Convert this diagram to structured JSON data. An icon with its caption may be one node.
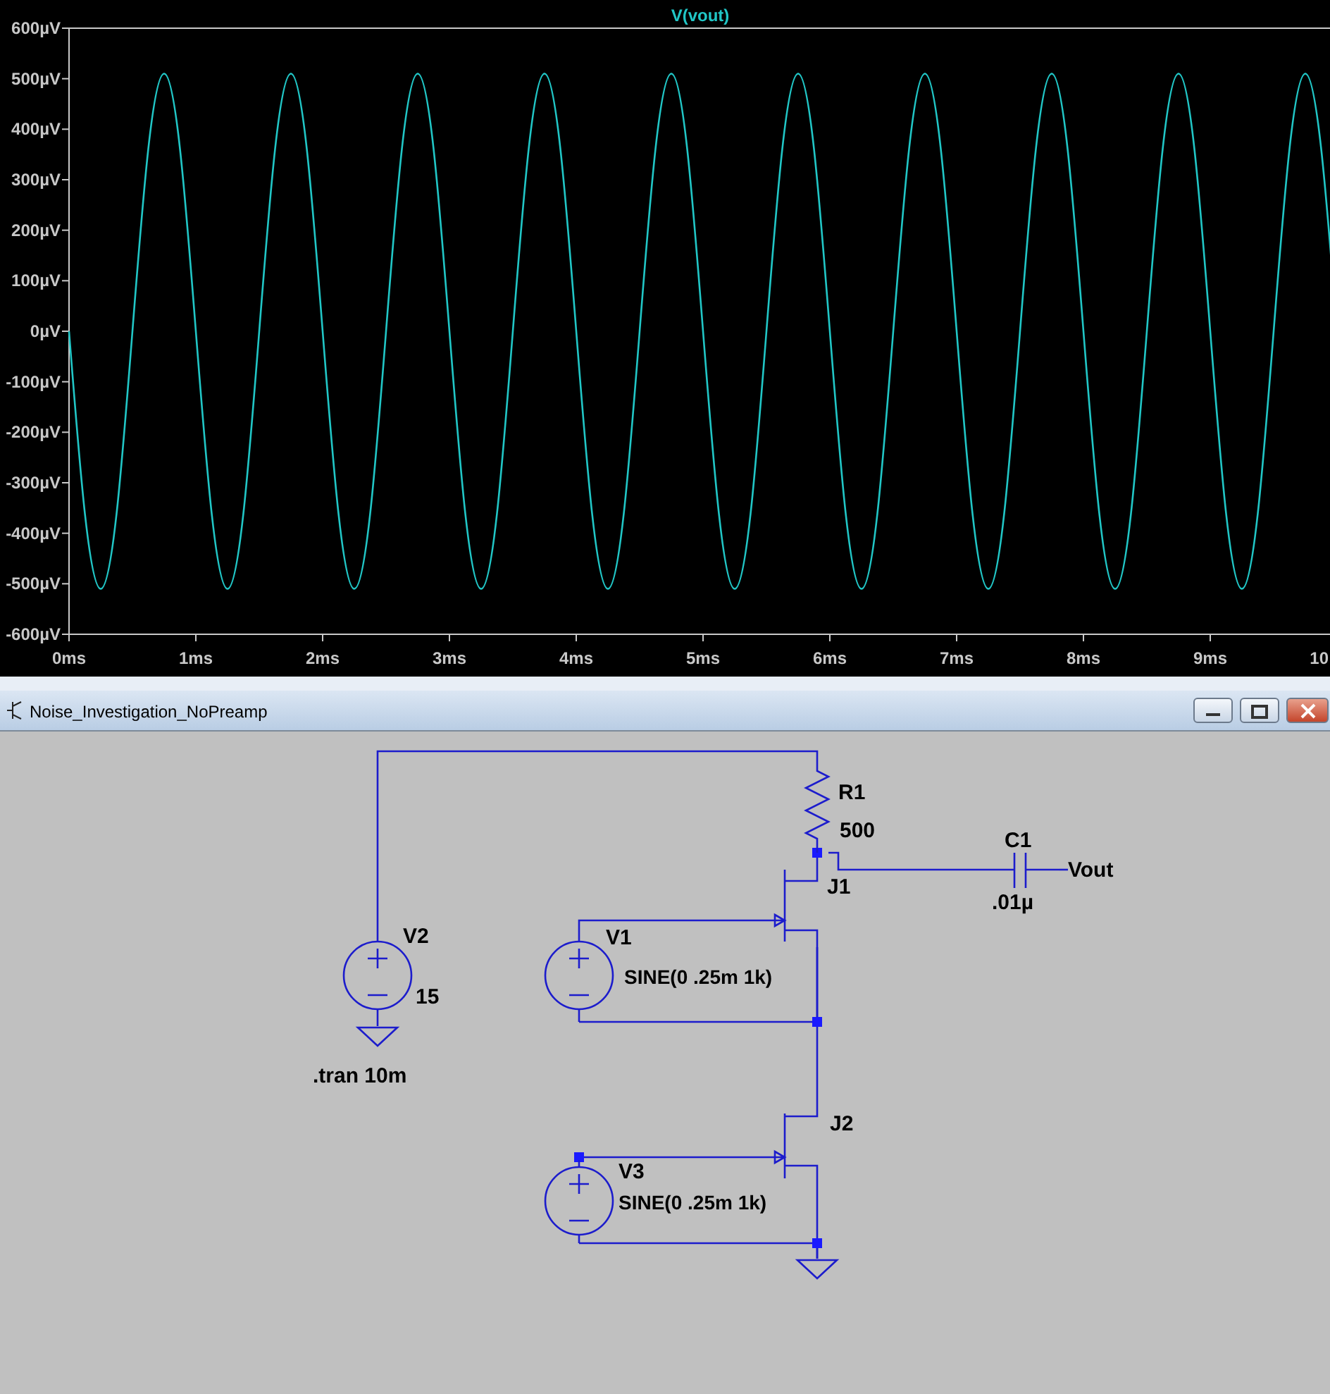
{
  "diagram": {
    "nodes": [
      {
        "text": [
          "V2",
          "15"
        ]
      },
      {
        "text": [
          "R1",
          "500"
        ]
      },
      {
        "text": [
          "C1",
          ".01µ"
        ]
      },
      {
        "text": [
          "J1"
        ]
      },
      {
        "text": [
          "J2"
        ]
      },
      {
        "text": [
          "V1",
          "SINE(0 .25m 1k)"
        ]
      },
      {
        "text": [
          "V3",
          "SINE(0 .25m 1k)"
        ]
      },
      {
        "text": [],
        "shape": "triangle"
      },
      {
        "text": [],
        "shape": "triangle"
      },
      {
        "text": [
          "Vout"
        ]
      }
    ],
    "edges": [
      {
        "from": 0,
        "to": 1,
        "arrow": "none"
      },
      {
        "from": 0,
        "to": 7,
        "arrow": "none"
      },
      {
        "from": 1,
        "to": 3,
        "arrow": "none"
      },
      {
        "from": 1,
        "to": 2,
        "arrow": "none"
      },
      {
        "from": 2,
        "to": 9,
        "arrow": "none"
      },
      {
        "from": 5,
        "to": 3,
        "arrow": "none"
      },
      {
        "from": 5,
        "to": 3,
        "arrow": "none"
      },
      {
        "from": 3,
        "to": 4,
        "arrow": "none"
      },
      {
        "from": 6,
        "to": 4,
        "arrow": "none"
      },
      {
        "from": 6,
        "to": 8,
        "arrow": "none"
      },
      {
        "from": 4,
        "to": 8,
        "arrow": "none"
      }
    ],
    "labels": [
      "Noise_Investigation_NoPreamp",
      ".tran 10m"
    ],
    "chart_data": {
      "type": "line",
      "title": "V(vout)",
      "x": [
        0,
        0.125,
        0.25,
        0.375,
        0.5,
        0.625,
        0.75,
        0.875,
        1,
        1.125,
        1.25,
        1.375,
        1.5,
        1.625,
        1.75,
        1.875,
        2,
        2.125,
        2.25,
        2.375,
        2.5,
        2.625,
        2.75,
        2.875,
        3,
        3.125,
        3.25,
        3.375,
        3.5,
        3.625,
        3.75,
        3.875,
        4,
        4.125,
        4.25,
        4.375,
        4.5,
        4.625,
        4.75,
        4.875,
        5,
        5.125,
        5.25,
        5.375,
        5.5,
        5.625,
        5.75,
        5.875,
        6,
        6.125,
        6.25,
        6.375,
        6.5,
        6.625,
        6.75,
        6.875,
        7,
        7.125,
        7.25,
        7.375,
        7.5,
        7.625,
        7.75,
        7.875,
        8,
        8.125,
        8.25,
        8.375,
        8.5,
        8.625,
        8.75,
        8.875,
        9,
        9.125,
        9.25,
        9.375,
        9.5,
        9.625,
        9.75,
        9.875,
        10
      ],
      "series": [
        {
          "color": "#21c6c6",
          "values": [
            0,
            -361,
            -510,
            -361,
            0,
            361,
            510,
            361,
            0,
            -361,
            -510,
            -361,
            0,
            361,
            510,
            361,
            0,
            -361,
            -510,
            -361,
            0,
            361,
            510,
            361,
            0,
            -361,
            -510,
            -361,
            0,
            361,
            510,
            361,
            0,
            -361,
            -510,
            -361,
            0,
            361,
            510,
            361,
            0,
            -361,
            -510,
            -361,
            0,
            361,
            510,
            361,
            0,
            -361,
            -510,
            -361,
            0,
            361,
            510,
            361,
            0,
            -361,
            -510,
            -361,
            0,
            361,
            510,
            361,
            0,
            -361,
            -510,
            -361,
            0,
            361,
            510,
            361,
            0,
            -361,
            -510,
            -361,
            0,
            361,
            510,
            361,
            0
          ]
        }
      ],
      "xlim": [
        0,
        10
      ],
      "ylim": [
        -600,
        600
      ],
      "xticks": [
        {
          "value": 0,
          "label": "0ms"
        },
        {
          "value": 1,
          "label": "1ms"
        },
        {
          "value": 2,
          "label": "2ms"
        },
        {
          "value": 3,
          "label": "3ms"
        },
        {
          "value": 4,
          "label": "4ms"
        },
        {
          "value": 5,
          "label": "5ms"
        },
        {
          "value": 6,
          "label": "6ms"
        },
        {
          "value": 7,
          "label": "7ms"
        },
        {
          "value": 8,
          "label": "8ms"
        },
        {
          "value": 9,
          "label": "9ms"
        },
        {
          "value": 10,
          "label": "10"
        }
      ],
      "yticks": [
        {
          "value": 600,
          "label": "600µV"
        },
        {
          "value": 500,
          "label": "500µV"
        },
        {
          "value": 400,
          "label": "400µV"
        },
        {
          "value": 300,
          "label": "300µV"
        },
        {
          "value": 200,
          "label": "200µV"
        },
        {
          "value": 100,
          "label": "100µV"
        },
        {
          "value": 0,
          "label": "0µV"
        },
        {
          "value": -100,
          "label": "-100µV"
        },
        {
          "value": -200,
          "label": "-200µV"
        },
        {
          "value": -300,
          "label": "-300µV"
        },
        {
          "value": -400,
          "label": "-400µV"
        },
        {
          "value": -500,
          "label": "-500µV"
        },
        {
          "value": -600,
          "label": "-600µV"
        }
      ]
    }
  }
}
